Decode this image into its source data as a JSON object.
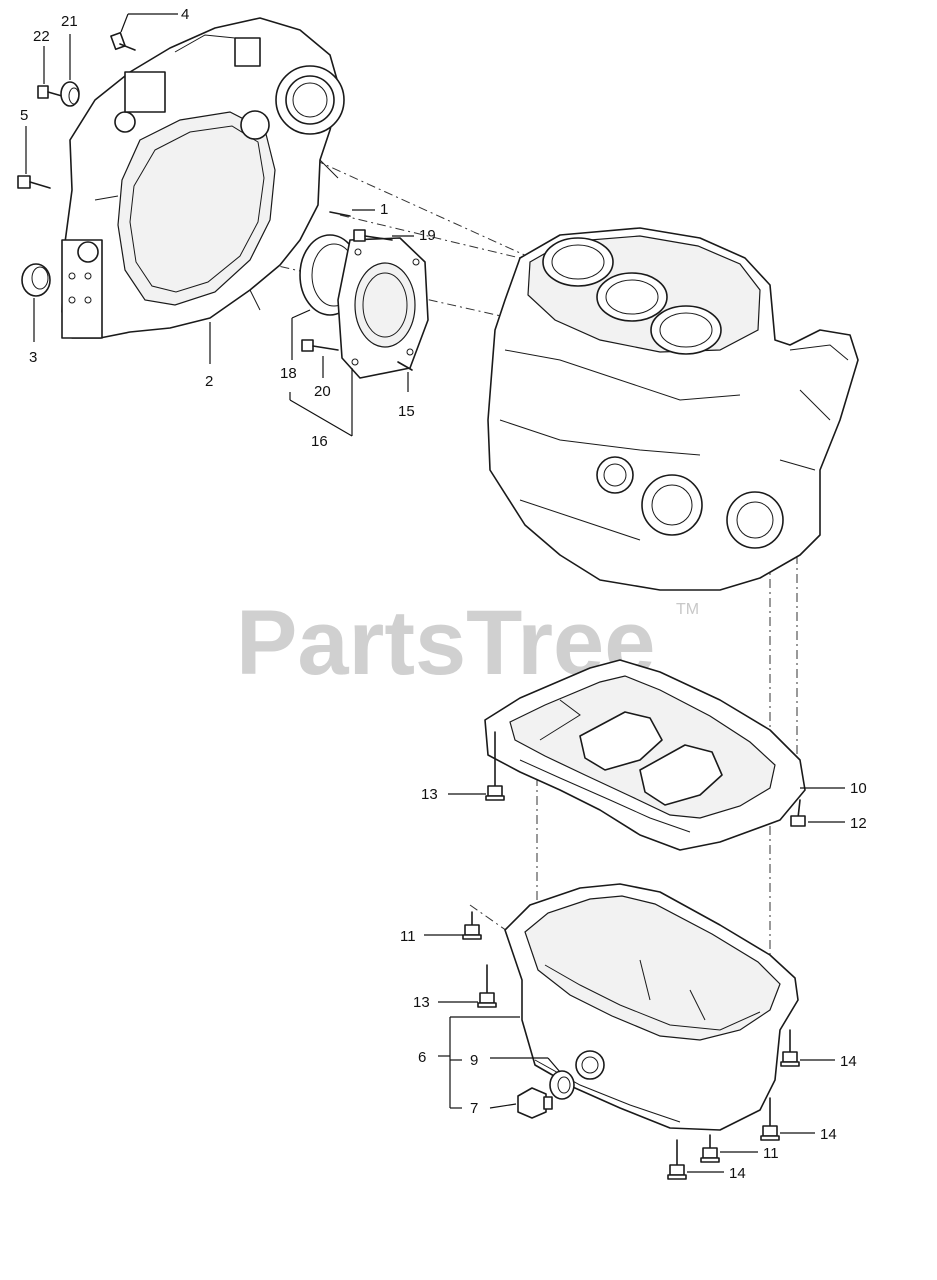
{
  "watermark": {
    "text": "PartsTree",
    "trademark": "TM"
  },
  "callouts": [
    {
      "id": "c1",
      "label": "1"
    },
    {
      "id": "c2",
      "label": "2"
    },
    {
      "id": "c3",
      "label": "3"
    },
    {
      "id": "c4",
      "label": "4"
    },
    {
      "id": "c5",
      "label": "5"
    },
    {
      "id": "c6",
      "label": "6"
    },
    {
      "id": "c7",
      "label": "7"
    },
    {
      "id": "c9",
      "label": "9"
    },
    {
      "id": "c10",
      "label": "10"
    },
    {
      "id": "c11a",
      "label": "11"
    },
    {
      "id": "c11b",
      "label": "11"
    },
    {
      "id": "c12",
      "label": "12"
    },
    {
      "id": "c13a",
      "label": "13"
    },
    {
      "id": "c13b",
      "label": "13"
    },
    {
      "id": "c14a",
      "label": "14"
    },
    {
      "id": "c14b",
      "label": "14"
    },
    {
      "id": "c14c",
      "label": "14"
    },
    {
      "id": "c15",
      "label": "15"
    },
    {
      "id": "c16",
      "label": "16"
    },
    {
      "id": "c18",
      "label": "18"
    },
    {
      "id": "c19",
      "label": "19"
    },
    {
      "id": "c20",
      "label": "20"
    },
    {
      "id": "c21",
      "label": "21"
    },
    {
      "id": "c22",
      "label": "22"
    }
  ]
}
